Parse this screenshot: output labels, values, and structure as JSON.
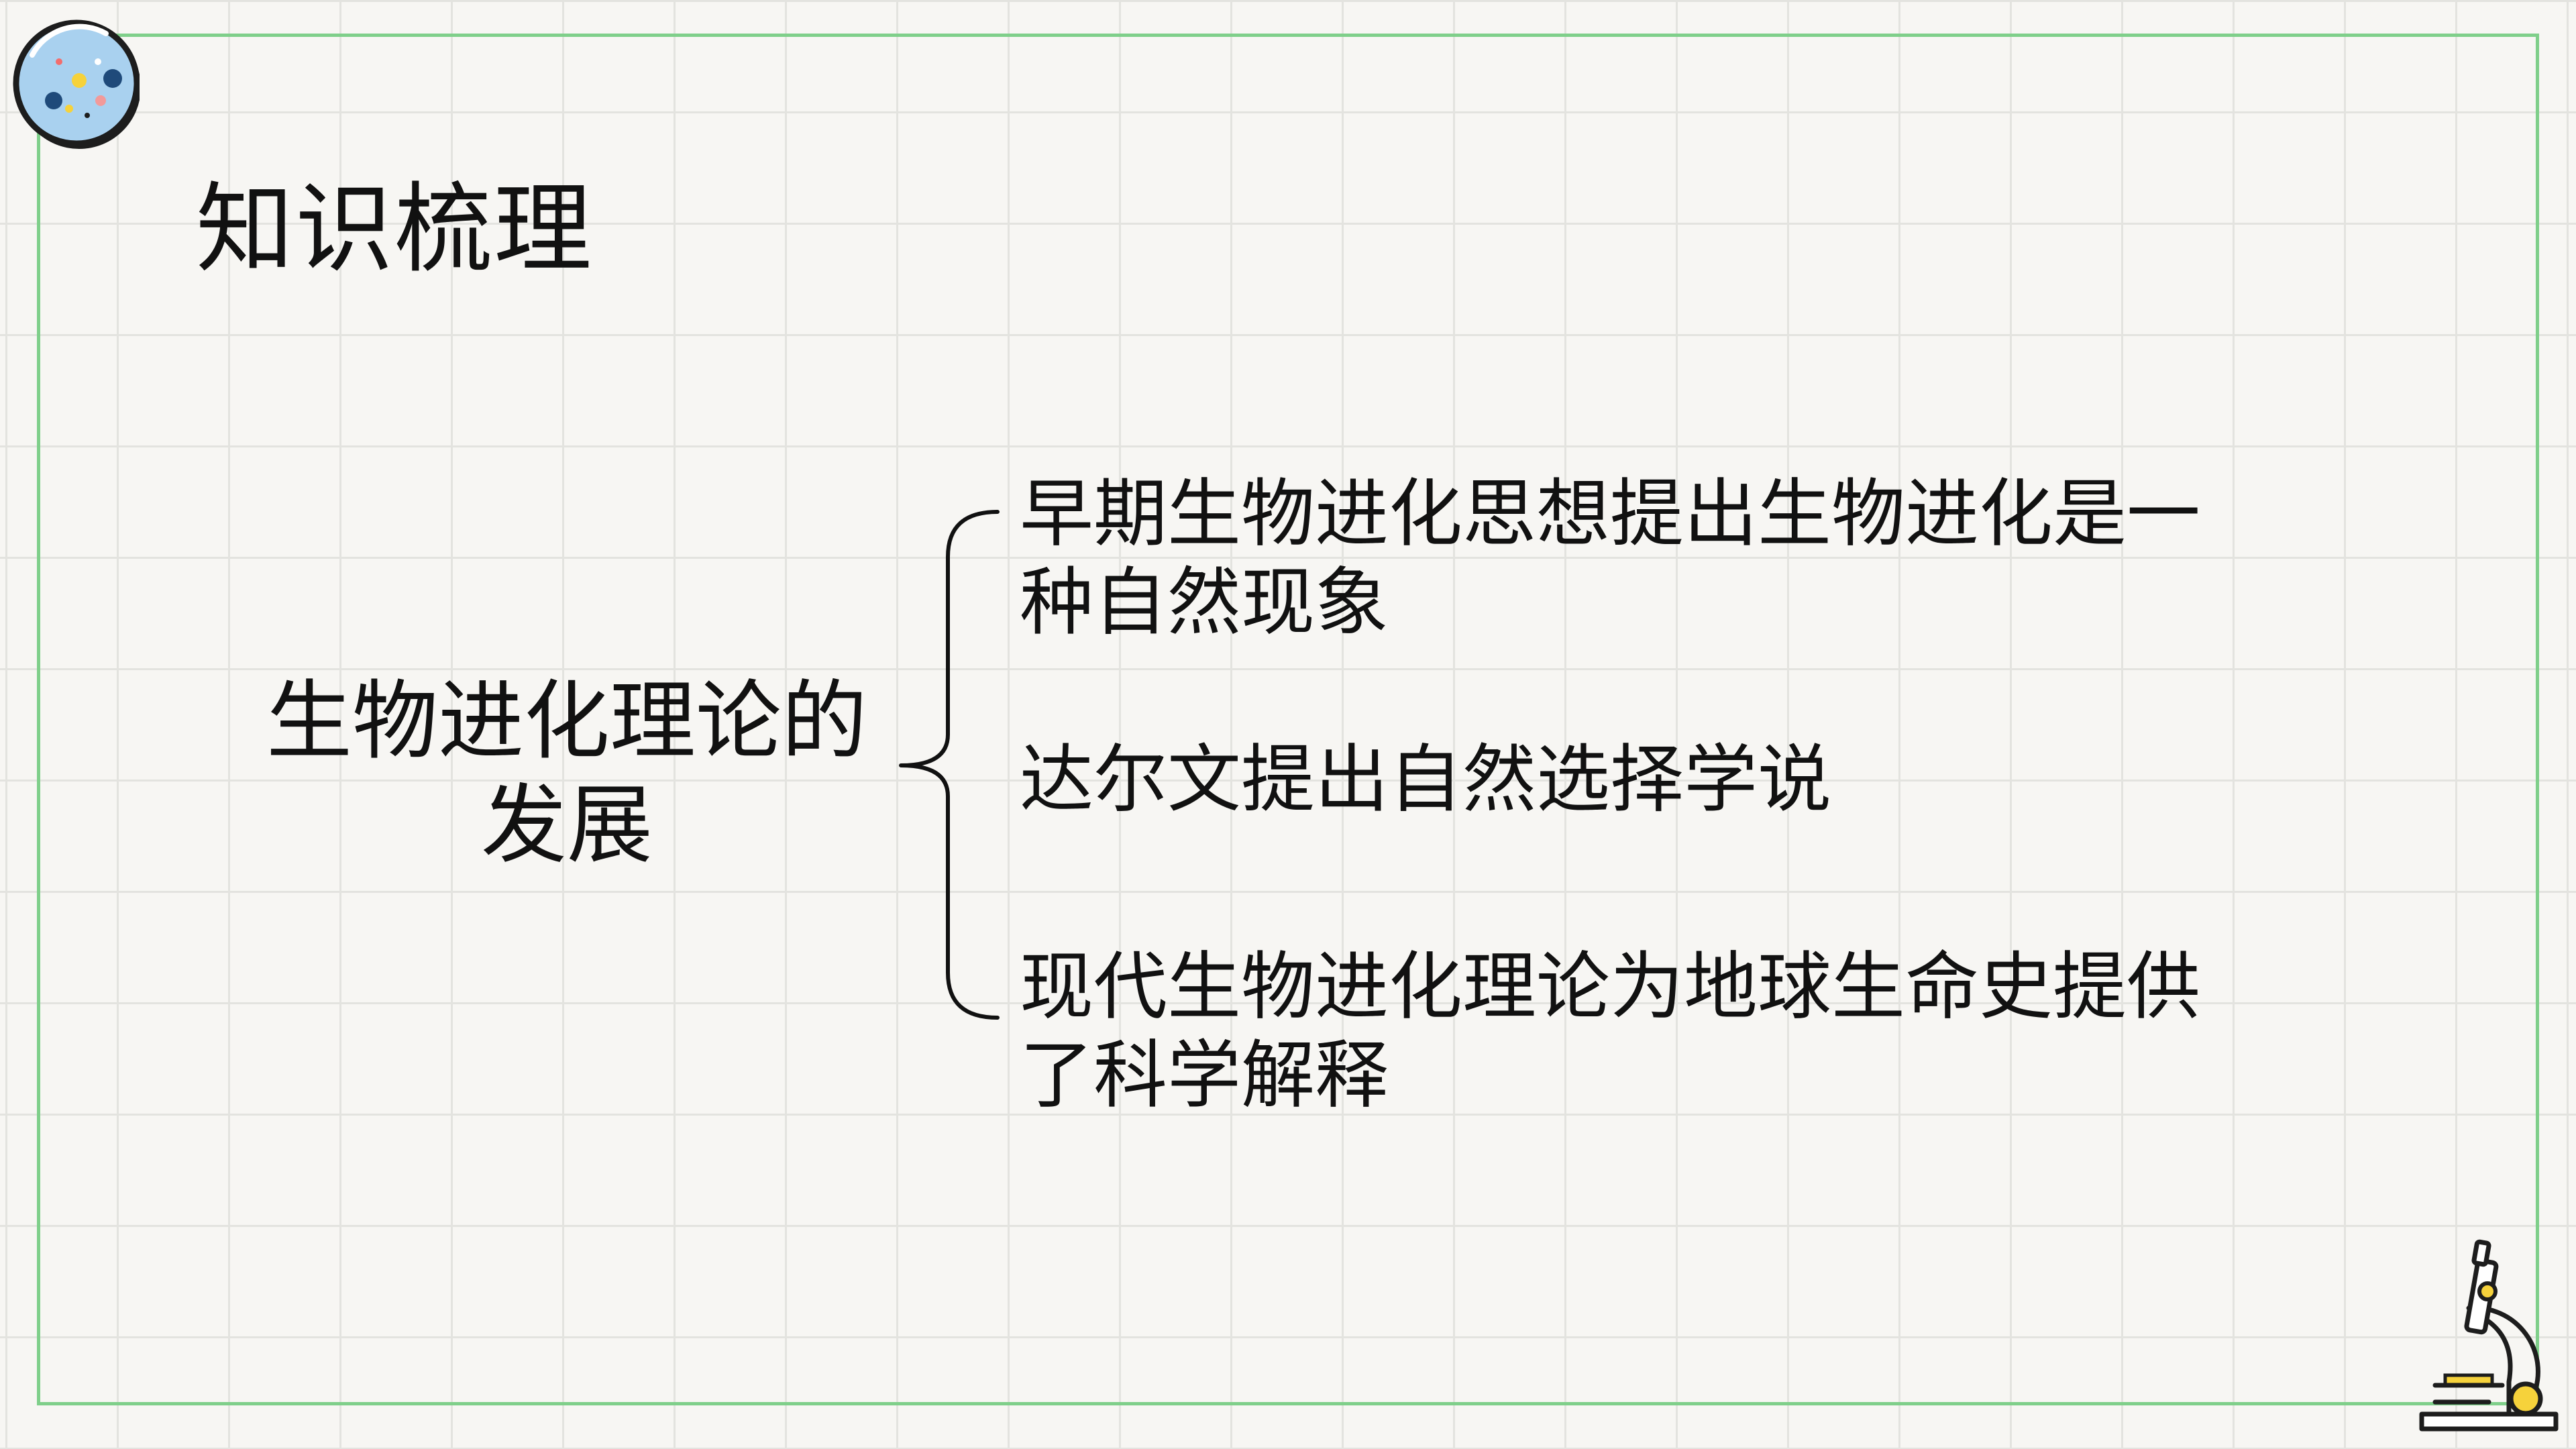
{
  "slide": {
    "title": "知识梳理",
    "center_topic": "生物进化理论的发展",
    "branches": [
      {
        "text": "早期生物进化思想提出生物进化是一种自然现象"
      },
      {
        "text": "达尔文提出自然选择学说"
      },
      {
        "text": "现代生物进化理论为地球生命史提供了科学解释"
      }
    ]
  },
  "icons": {
    "corner_top_left": "petri-dish-icon",
    "corner_bottom_right": "microscope-icon"
  },
  "colors": {
    "background": "#f7f6f3",
    "grid": "#e3e3df",
    "frame": "#7fcf8a",
    "text": "#111111",
    "petri_fill": "#a9d1ef",
    "accent_yellow": "#f6d23b"
  }
}
